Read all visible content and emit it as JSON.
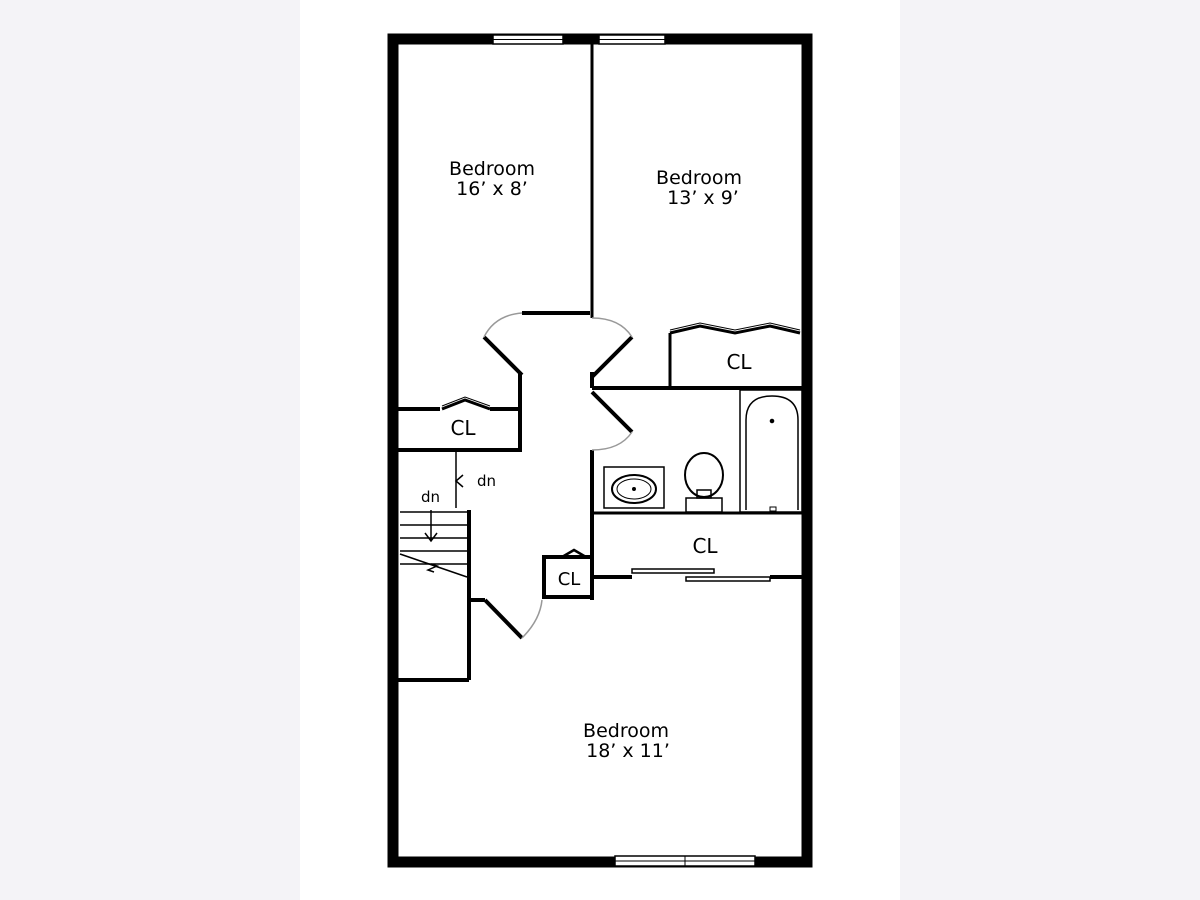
{
  "rooms": {
    "bedroom_top_left": {
      "name": "Bedroom",
      "size": "16’ x 8’"
    },
    "bedroom_top_right": {
      "name": "Bedroom",
      "size": "13’ x 9’"
    },
    "bedroom_bottom": {
      "name": "Bedroom",
      "size": "18’ x 11’"
    }
  },
  "closets": {
    "right_upper": "CL",
    "left_mid": "CL",
    "bath_lower": "CL",
    "hall_small": "CL"
  },
  "stairs": {
    "down_label_1": "dn",
    "down_label_2": "dn"
  }
}
